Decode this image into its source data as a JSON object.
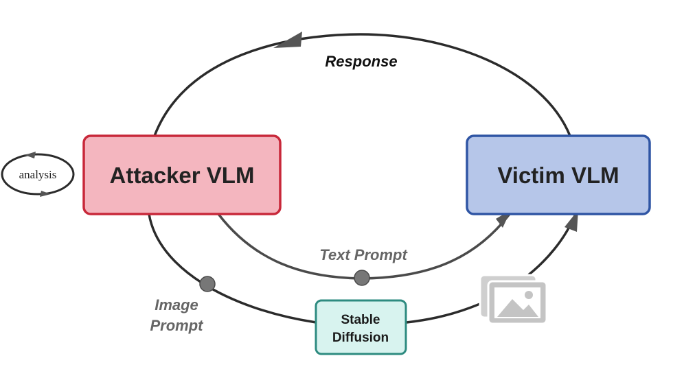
{
  "nodes": {
    "attacker": {
      "label": "Attacker VLM",
      "fill": "#f4b6bf",
      "stroke": "#c8283a"
    },
    "victim": {
      "label": "Victim VLM",
      "fill": "#b6c6e9",
      "stroke": "#2f55a4"
    },
    "stable_diffusion": {
      "line1": "Stable",
      "line2": "Diffusion",
      "fill": "#d8f3ef",
      "stroke": "#2e8b80"
    },
    "analysis": {
      "label": "analysis"
    }
  },
  "edges": {
    "response": {
      "label": "Response"
    },
    "text_prompt": {
      "label": "Text Prompt"
    },
    "image_prompt": {
      "line1": "Image",
      "line2": "Prompt"
    }
  },
  "icons": {
    "image": {
      "name": "image-icon",
      "color": "#c4c4c4"
    }
  },
  "colors": {
    "loop_line": "#2b2b2b",
    "text_prompt_line": "#4a4a4a",
    "arrowhead": "#555555",
    "edge_label": "#666666",
    "title_text": "#222222"
  }
}
